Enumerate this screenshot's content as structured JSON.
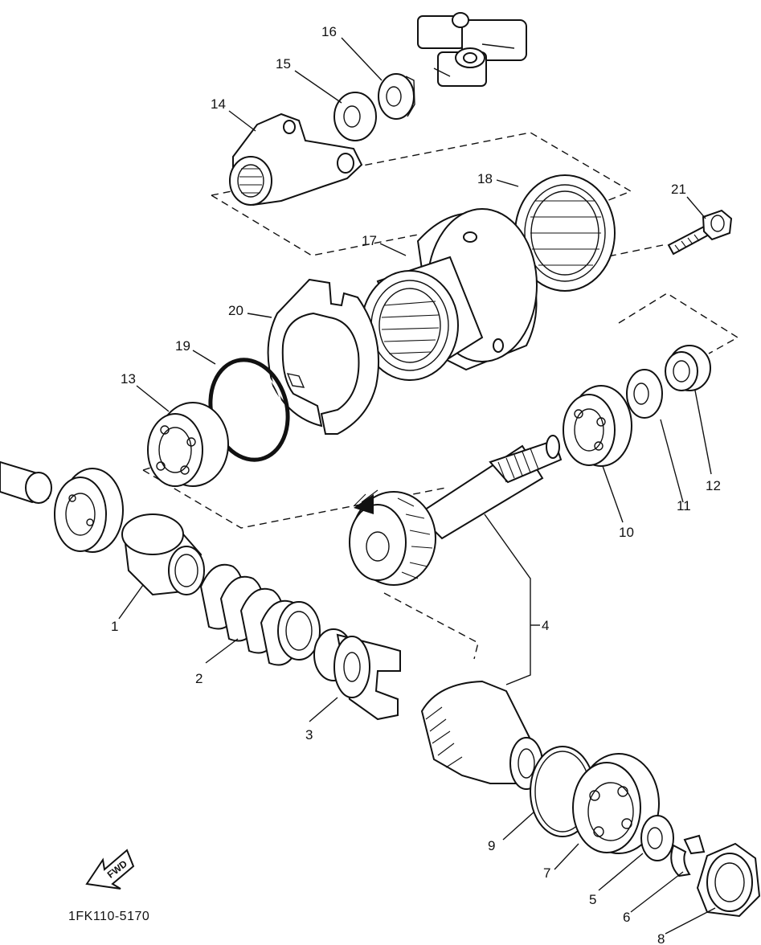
{
  "diagram": {
    "part_numbers": [
      "1",
      "2",
      "3",
      "4",
      "5",
      "6",
      "7",
      "8",
      "9",
      "10",
      "11",
      "12",
      "13",
      "14",
      "15",
      "16",
      "17",
      "18",
      "19",
      "20",
      "21"
    ],
    "drawing_code": "1FK110-5170",
    "fwd_label": "FWD"
  }
}
